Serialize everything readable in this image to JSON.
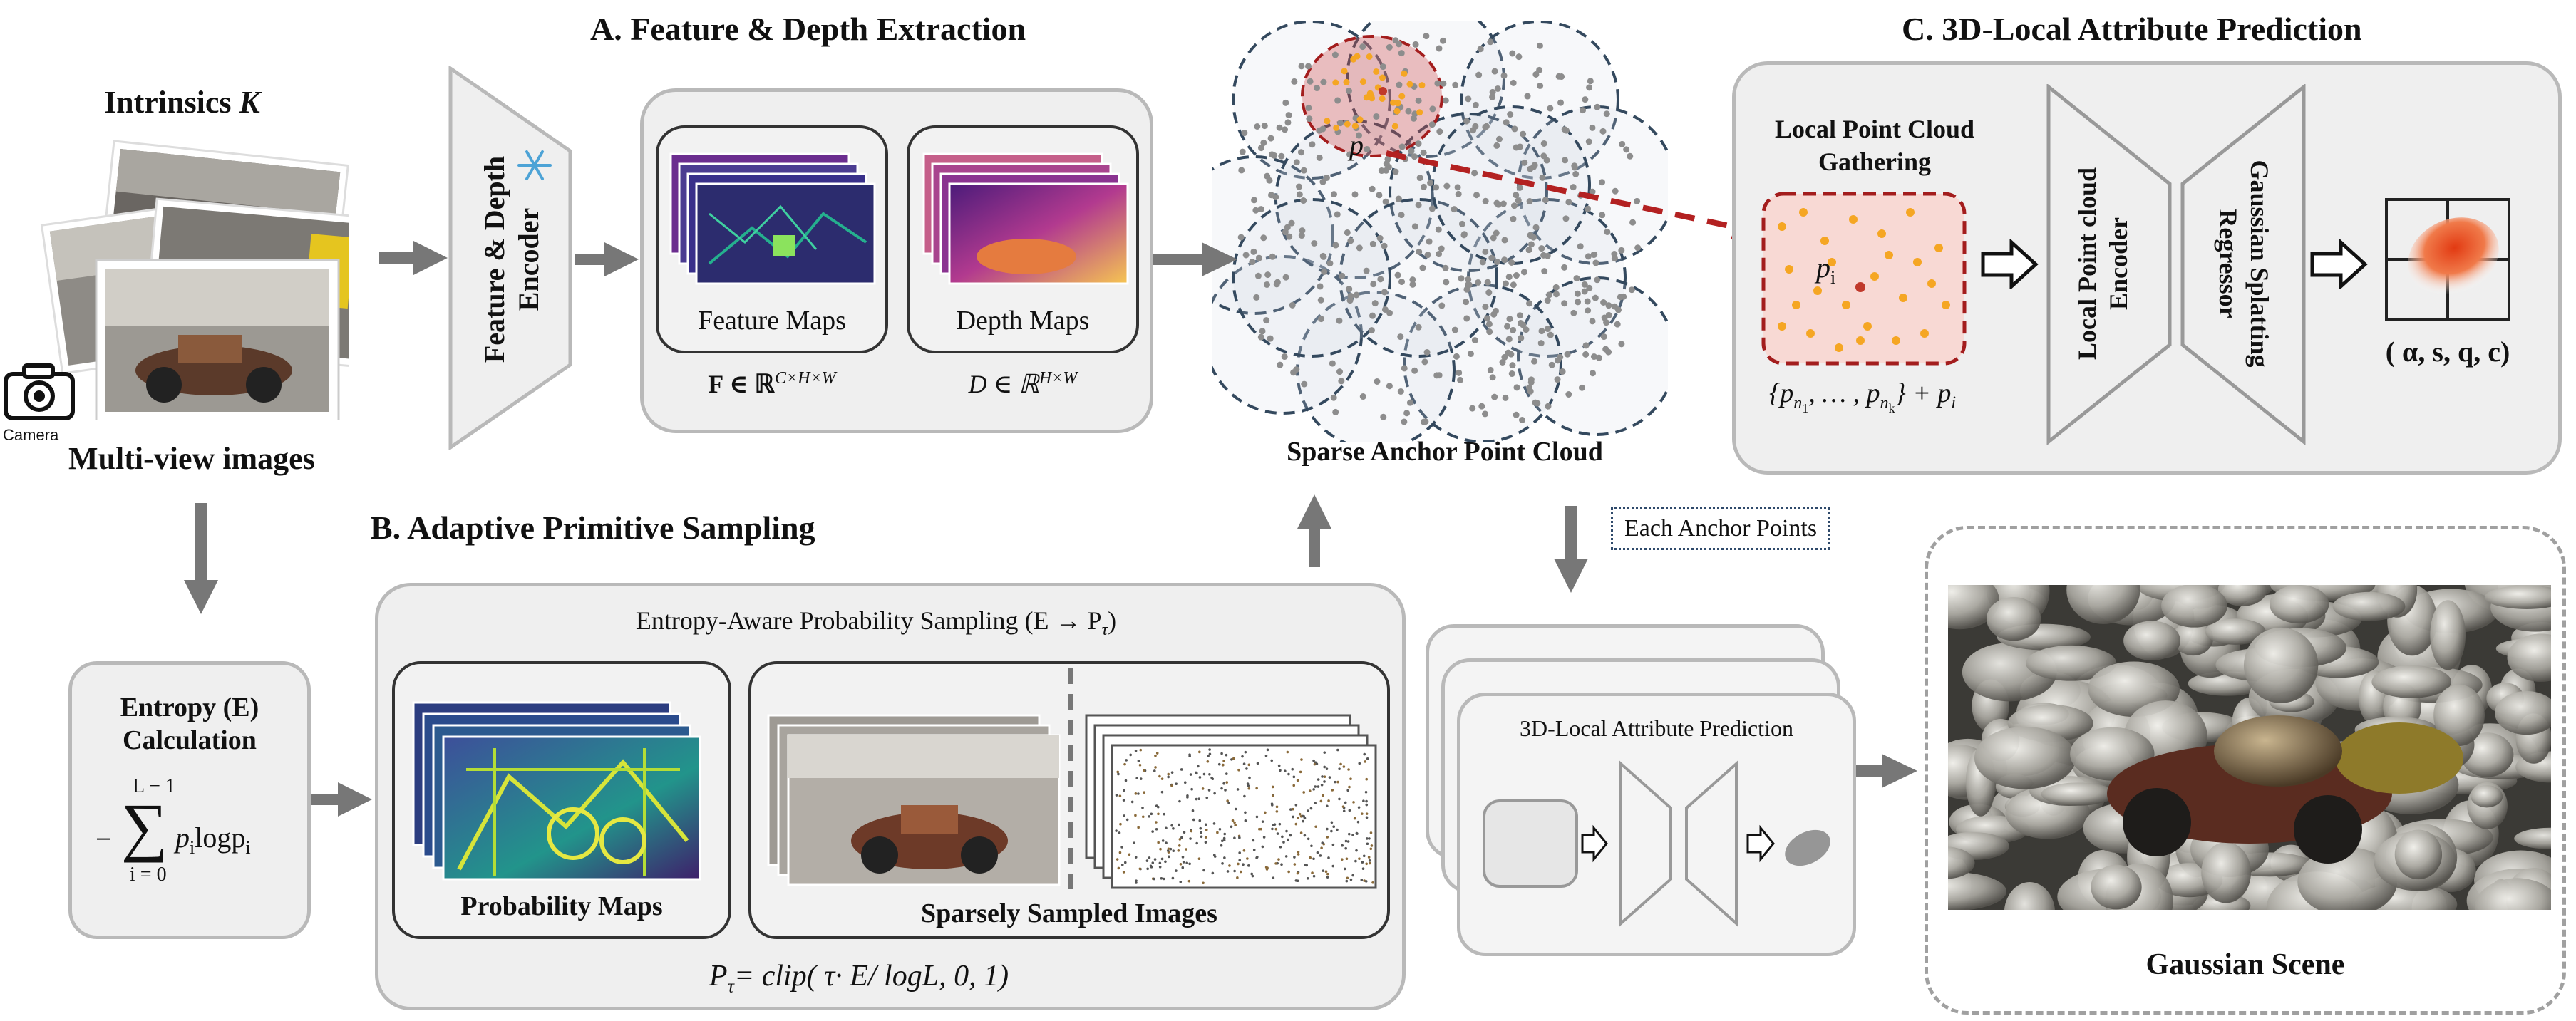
{
  "sections": {
    "a_title": "A. Feature & Depth Extraction",
    "b_title": "B. Adaptive Primitive Sampling",
    "c_title": "C. 3D-Local Attribute Prediction"
  },
  "input": {
    "intrinsics_label": "Intrinsics",
    "intrinsics_symbol": "K",
    "camera_label": "Camera",
    "images_label": "Multi-view images"
  },
  "encoder": {
    "label_line1": "Feature & Depth",
    "label_line2": "Encoder"
  },
  "feature_maps": {
    "label": "Feature Maps",
    "formula": "F ∈ ℝ",
    "formula_sup": "C×H×W"
  },
  "depth_maps": {
    "label": "Depth Maps",
    "formula": "D ∈ ℝ",
    "formula_sup": "H×W"
  },
  "anchor_cloud": {
    "label": "Sparse Anchor Point Cloud",
    "point_symbol": "p"
  },
  "local_gather": {
    "label_line1": "Local Point Cloud",
    "label_line2": "Gathering",
    "point_symbol": "p",
    "point_sub": "i",
    "set_formula": "{p",
    "set_sub1": "n",
    "set_subsub1": "1",
    "set_mid": ", … , p",
    "set_sub2": "n",
    "set_subsub2": "k",
    "set_tail": "} + p",
    "set_tail_sub": "i"
  },
  "local_encoder": {
    "label_line1": "Local Point cloud",
    "label_line2": "Encoder"
  },
  "regressor": {
    "label_line1": "Gaussian Splatting",
    "label_line2": "Regressor"
  },
  "attributes": {
    "label": "( α, s, q, c)"
  },
  "each_anchor": {
    "label": "Each Anchor Points"
  },
  "entropy": {
    "label_line1": "Entropy (E)",
    "label_line2": "Calculation",
    "sum_top": "L − 1",
    "sum_bottom": "i = 0",
    "sum_body": "p",
    "sum_body_sub": "i",
    "sum_log": "logp",
    "sum_log_sub": "i",
    "minus": "−",
    "sigma": "∑"
  },
  "sampling": {
    "header": "Entropy-Aware Probability Sampling (E → P",
    "header_sub": "τ",
    "header_end": ")",
    "prob_maps_label": "Probability Maps",
    "sparse_images_label": "Sparsely Sampled Images",
    "clip_formula_p": "P",
    "clip_formula_sub": "τ",
    "clip_formula_rest": "= clip( τ· E/ logL, 0, 1)"
  },
  "pred_stack": {
    "label": "3D-Local Attribute Prediction"
  },
  "scene": {
    "label": "Gaussian Scene"
  },
  "colors": {
    "box_bg": "#efefef",
    "box_border": "#b9b9b9",
    "arrow": "#777777",
    "anchor_highlight": "#c0392b",
    "local_point": "#f5a623",
    "accent_red": "#c0392b"
  }
}
